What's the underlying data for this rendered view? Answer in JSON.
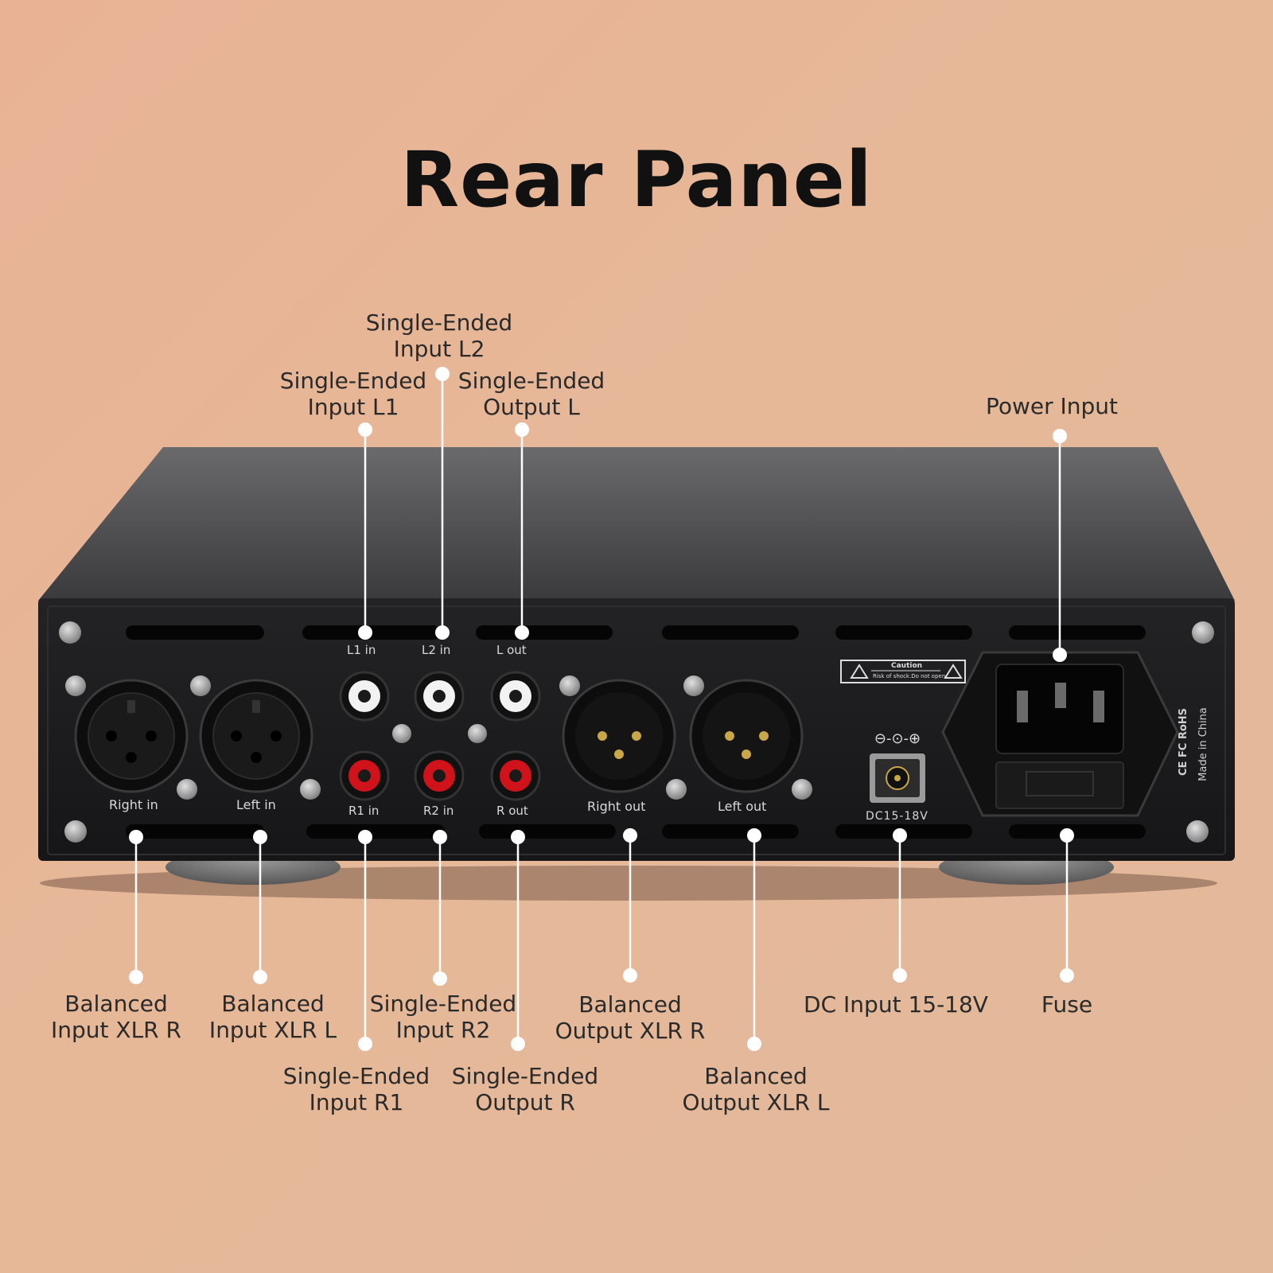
{
  "title": "Rear Panel",
  "callouts": {
    "se_input_l2": [
      "Single-Ended",
      "Input L2"
    ],
    "se_input_l1": [
      "Single-Ended",
      "Input L1"
    ],
    "se_output_l": [
      "Single-Ended",
      "Output L"
    ],
    "power_input": [
      "Power Input"
    ],
    "bal_input_xlr_r": [
      "Balanced",
      "Input XLR R"
    ],
    "bal_input_xlr_l": [
      "Balanced",
      "Input XLR L"
    ],
    "se_input_r2": [
      "Single-Ended",
      "Input R2"
    ],
    "bal_output_xlr_r": [
      "Balanced",
      "Output XLR R"
    ],
    "dc_input": [
      "DC Input 15-18V"
    ],
    "fuse": [
      "Fuse"
    ],
    "se_input_r1": [
      "Single-Ended",
      "Input R1"
    ],
    "se_output_r": [
      "Single-Ended",
      "Output R"
    ],
    "bal_output_xlr_l": [
      "Balanced",
      "Output XLR L"
    ]
  },
  "panel_labels": {
    "xlr_right_in": "Right in",
    "xlr_left_in": "Left in",
    "l1_in": "L1 in",
    "l2_in": "L2 in",
    "l_out": "L out",
    "r1_in": "R1 in",
    "r2_in": "R2 in",
    "r_out": "R out",
    "xlr_right_out": "Right out",
    "xlr_left_out": "Left out",
    "caution_title": "Caution",
    "caution_text": "Risk of shock.Do not open.",
    "dc_label": "DC15-18V",
    "made_in": "Made in China",
    "cert_marks": "CE FC RoHS"
  },
  "colors": {
    "background": "#e6b898",
    "chassis": "#1c1c1e",
    "rca_red": "#d0121b",
    "rca_white": "#f2f2f2",
    "leader_line": "#ffffff"
  }
}
